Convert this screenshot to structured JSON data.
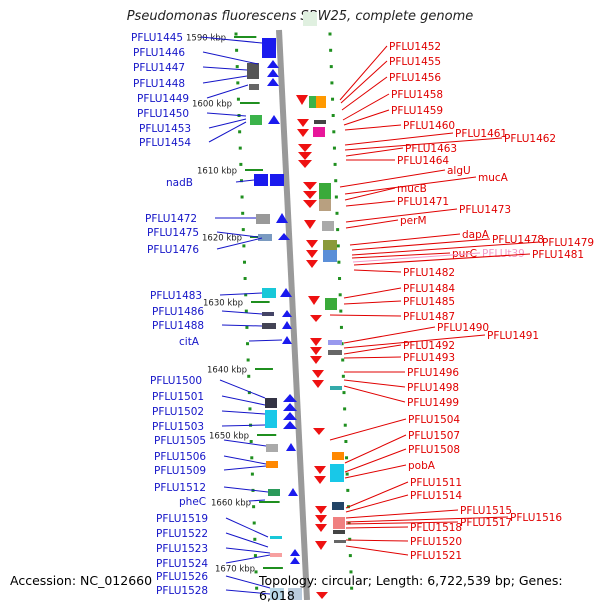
{
  "title": "Pseudomonas fluorescens SBW25, complete genome",
  "accession": "Accession: NC_012660",
  "topology": "Topology: circular; Length: 6,722,539 bp; Genes: 6,018",
  "colors": {
    "left_label": "#1515c8",
    "right_label": "#e00000",
    "highlight_label": "#f59ac8",
    "left_arrow": "#1a1aee",
    "right_arrow": "#ee1111",
    "axis": "#9a9a9a",
    "tick": "#1f8f1f"
  },
  "scale": {
    "ticks": [
      {
        "label": "1590 kbp"
      },
      {
        "label": "1600 kbp"
      },
      {
        "label": "1610 kbp"
      },
      {
        "label": "1620 kbp"
      },
      {
        "label": "1630 kbp"
      },
      {
        "label": "1640 kbp"
      },
      {
        "label": "1650 kbp"
      },
      {
        "label": "1660 kbp"
      },
      {
        "label": "1670 kbp"
      }
    ]
  },
  "left_genes": [
    {
      "label": "PFLU1445"
    },
    {
      "label": "PFLU1446"
    },
    {
      "label": "PFLU1447"
    },
    {
      "label": "PFLU1448"
    },
    {
      "label": "PFLU1449"
    },
    {
      "label": "PFLU1450"
    },
    {
      "label": "PFLU1453"
    },
    {
      "label": "PFLU1454"
    },
    {
      "label": "nadB"
    },
    {
      "label": "PFLU1472"
    },
    {
      "label": "PFLU1475"
    },
    {
      "label": "PFLU1476"
    },
    {
      "label": "PFLU1483"
    },
    {
      "label": "PFLU1486"
    },
    {
      "label": "PFLU1488"
    },
    {
      "label": "citA"
    },
    {
      "label": "PFLU1500"
    },
    {
      "label": "PFLU1501"
    },
    {
      "label": "PFLU1502"
    },
    {
      "label": "PFLU1503"
    },
    {
      "label": "PFLU1505"
    },
    {
      "label": "PFLU1506"
    },
    {
      "label": "PFLU1509"
    },
    {
      "label": "PFLU1512"
    },
    {
      "label": "pheC"
    },
    {
      "label": "PFLU1519"
    },
    {
      "label": "PFLU1522"
    },
    {
      "label": "PFLU1523"
    },
    {
      "label": "PFLU1524"
    },
    {
      "label": "PFLU1526"
    },
    {
      "label": "PFLU1528"
    }
  ],
  "right_genes": [
    {
      "label": "PFLU1452"
    },
    {
      "label": "PFLU1455"
    },
    {
      "label": "PFLU1456"
    },
    {
      "label": "PFLU1458"
    },
    {
      "label": "PFLU1459"
    },
    {
      "label": "PFLU1460"
    },
    {
      "label": "PFLU1461"
    },
    {
      "label": "PFLU1462"
    },
    {
      "label": "PFLU1463"
    },
    {
      "label": "PFLU1464"
    },
    {
      "label": "algU"
    },
    {
      "label": "mucA"
    },
    {
      "label": "mucB"
    },
    {
      "label": "PFLU1471"
    },
    {
      "label": "PFLU1473"
    },
    {
      "label": "perM"
    },
    {
      "label": "dapA"
    },
    {
      "label": "PFLU1478"
    },
    {
      "label": "PFLU1479"
    },
    {
      "label": "purC"
    },
    {
      "label": "PFLUt39"
    },
    {
      "label": "PFLU1481"
    },
    {
      "label": "PFLU1482"
    },
    {
      "label": "PFLU1484"
    },
    {
      "label": "PFLU1485"
    },
    {
      "label": "PFLU1487"
    },
    {
      "label": "PFLU1490"
    },
    {
      "label": "PFLU1491"
    },
    {
      "label": "PFLU1492"
    },
    {
      "label": "PFLU1493"
    },
    {
      "label": "PFLU1496"
    },
    {
      "label": "PFLU1498"
    },
    {
      "label": "PFLU1499"
    },
    {
      "label": "PFLU1504"
    },
    {
      "label": "PFLU1507"
    },
    {
      "label": "PFLU1508"
    },
    {
      "label": "pobA"
    },
    {
      "label": "PFLU1511"
    },
    {
      "label": "PFLU1514"
    },
    {
      "label": "PFLU1515"
    },
    {
      "label": "PFLU1516"
    },
    {
      "label": "PFLU1517"
    },
    {
      "label": "PFLU1518"
    },
    {
      "label": "PFLU1520"
    },
    {
      "label": "PFLU1521"
    }
  ]
}
